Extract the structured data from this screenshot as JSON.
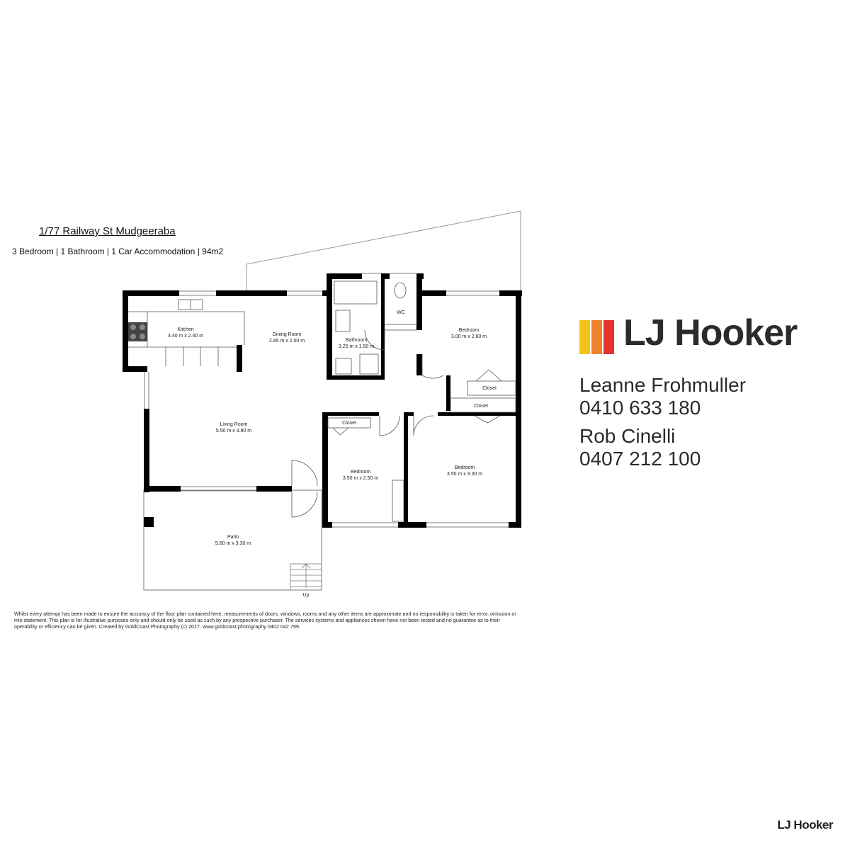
{
  "listing": {
    "address": "1/77 Railway St Mudgeeraba",
    "summary": "3 Bedroom | 1 Bathroom | 1 Car Accommodation | 94m2"
  },
  "rooms": {
    "kitchen": {
      "name": "Kitchen",
      "size": "3.40 m x 2.40 m"
    },
    "dining": {
      "name": "Dining Room",
      "size": "2.85 m x 2.50 m"
    },
    "bathroom": {
      "name": "Bathroom",
      "size": "3.25 m x 1.50 m"
    },
    "wc": {
      "name": "WC"
    },
    "bed1": {
      "name": "Bedroom",
      "size": "3.00 m x 2.60 m"
    },
    "closet1": {
      "name": "Closet"
    },
    "closet2": {
      "name": "Closet"
    },
    "closet3": {
      "name": "Closet"
    },
    "living": {
      "name": "Living Room",
      "size": "5.50 m x 3.80 m"
    },
    "bed2": {
      "name": "Bedroom",
      "size": "3.50 m x 2.50 m"
    },
    "bed3": {
      "name": "Bedroom",
      "size": "3.50 m x 3.30 m"
    },
    "patio": {
      "name": "Patio",
      "size": "5.60 m x 3.30 m"
    },
    "stairs": {
      "label": "Up"
    }
  },
  "disclaimer": "Whilst every attempt has been made to ensure the accuracy of the floor plan contained here, measurements of doors, windows, rooms and any other items are approximate and no responsibility is taken for error, omission or mis-statement. This plan is for illustrative purposes only and should only be used as such by any prospective purchaser. The services systems and appliances shown have not been tested and no guarantee as to their operability or efficiency can be given. Created by GoldCoast Photography (c) 2017. www.goldcoast.photography 0402 042 799.",
  "brand": {
    "name": "LJ Hooker",
    "colors": [
      "#f6c21c",
      "#f0812a",
      "#e2332c"
    ]
  },
  "agents": [
    {
      "name": "Leanne Frohmuller",
      "phone": "0410 633 180"
    },
    {
      "name": "Rob Cinelli",
      "phone": "0407 212 100"
    }
  ],
  "footer": {
    "logo_text": "LJ Hooker"
  }
}
